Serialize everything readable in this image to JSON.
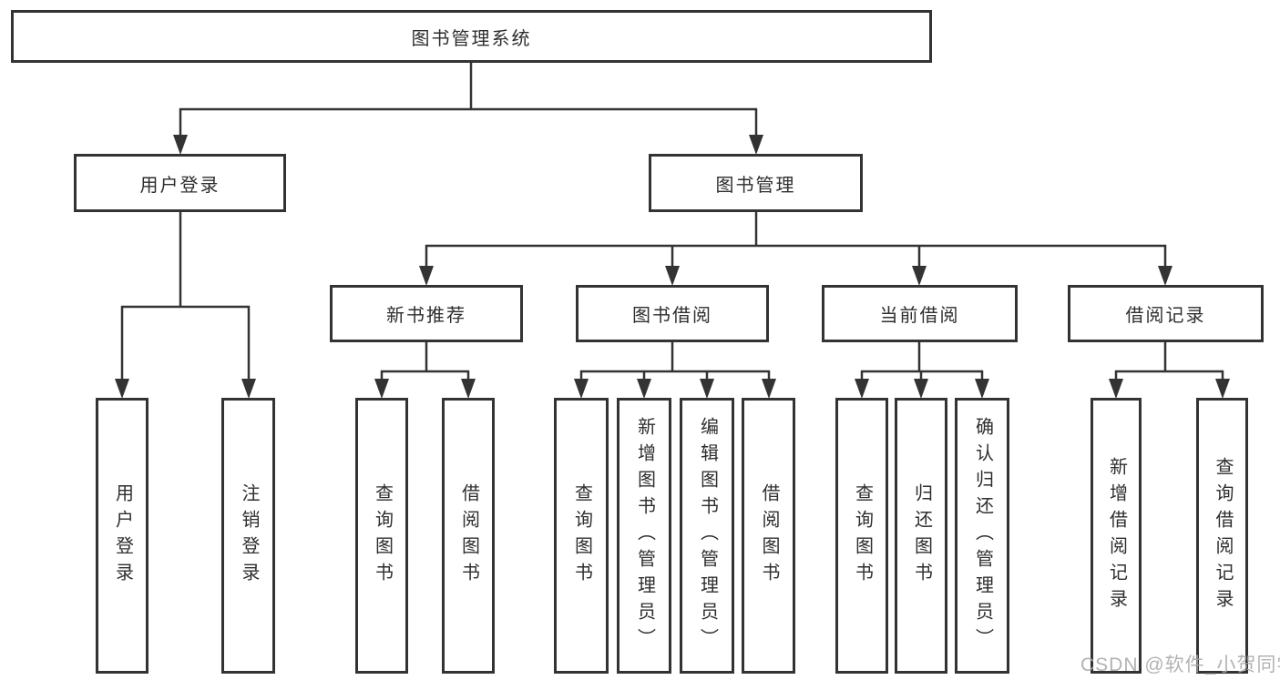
{
  "diagram": {
    "tree": {
      "label": "图书管理系统",
      "children": [
        {
          "label": "用户登录",
          "children": [
            {
              "label": "用户登录"
            },
            {
              "label": "注销登录"
            }
          ]
        },
        {
          "label": "图书管理",
          "children": [
            {
              "label": "新书推荐",
              "children": [
                {
                  "label": "查询图书"
                },
                {
                  "label": "借阅图书"
                }
              ]
            },
            {
              "label": "图书借阅",
              "children": [
                {
                  "label": "查询图书"
                },
                {
                  "label": "新增图书（管理员）"
                },
                {
                  "label": "编辑图书（管理员）"
                },
                {
                  "label": "借阅图书"
                }
              ]
            },
            {
              "label": "当前借阅",
              "children": [
                {
                  "label": "查询图书"
                },
                {
                  "label": "归还图书"
                },
                {
                  "label": "确认归还（管理员）"
                }
              ]
            },
            {
              "label": "借阅记录",
              "children": [
                {
                  "label": "新增借阅记录"
                },
                {
                  "label": "查询借阅记录"
                }
              ]
            }
          ]
        }
      ]
    },
    "watermark": "CSDN @软件_小贺同学",
    "colors": {
      "line": "#333333",
      "text": "#2e2e2e",
      "box_background": "#ffffff",
      "watermark": "#a8a8a8"
    }
  }
}
